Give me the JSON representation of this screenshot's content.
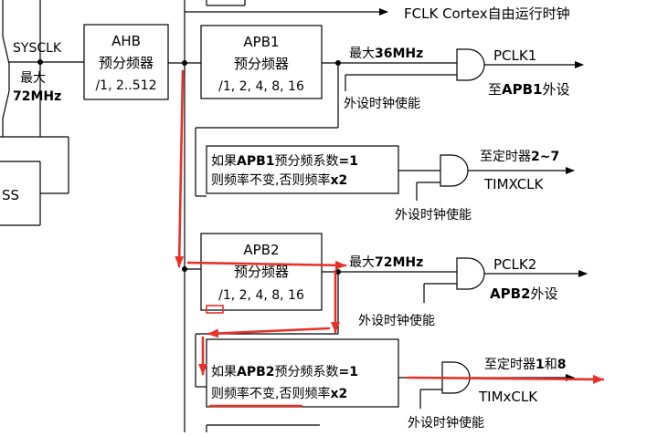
{
  "diagram": {
    "fclk_label": "FCLK Cortex自由运行时钟",
    "sysclk_label": "SYSCLK",
    "max_label": "最大",
    "sys_max_value": "72MHz",
    "ss_fragment": "SS",
    "ahb": {
      "title": "AHB",
      "subtitle": "预分频器",
      "options": "/1, 2..512"
    },
    "apb1": {
      "title": "APB1",
      "subtitle": "预分频器",
      "options": "/1, 2, 4, 8, 16",
      "max_prefix": "最大",
      "max_value": "36MHz",
      "out_name": "PCLK1",
      "out_dest_prefix": "至",
      "out_dest_bold": "APB1",
      "out_dest_suffix": "外设",
      "enable_label": "外设时钟使能",
      "timer_rule_prefix": "如果",
      "timer_rule_bold": "APB1",
      "timer_rule_mid": "预分频系数",
      "timer_rule_eq": "=1",
      "timer_rule_line2": "则频率不变,否则频率",
      "timer_rule_x2": "x2",
      "timer_dest_prefix": "至定时器",
      "timer_dest_bold": "2~7",
      "timer_out_name": "TIMXCLK",
      "timer_enable_label": "外设时钟使能"
    },
    "apb2": {
      "title": "APB2",
      "subtitle": "预分频器",
      "options": "/1, 2, 4, 8, 16",
      "max_prefix": "最大",
      "max_value": "72MHz",
      "out_name": "PCLK2",
      "out_dest_bold": "APB2",
      "out_dest_suffix": "外设",
      "enable_label": "外设时钟使能",
      "timer_rule_prefix": "如果",
      "timer_rule_bold": "APB2",
      "timer_rule_mid": "预分频系数",
      "timer_rule_eq": "=1",
      "timer_rule_line2": "则频率不变,否则频率",
      "timer_rule_x2": "x2",
      "timer_dest_prefix": "至定时器",
      "timer_dest_bold": "1",
      "timer_dest_mid": "和",
      "timer_dest_bold2": "8",
      "timer_out_name": "TIMxCLK",
      "timer_enable_label": "外设时钟使能"
    },
    "colors": {
      "line": "#000000",
      "annotation_red": "#e8302a"
    }
  }
}
